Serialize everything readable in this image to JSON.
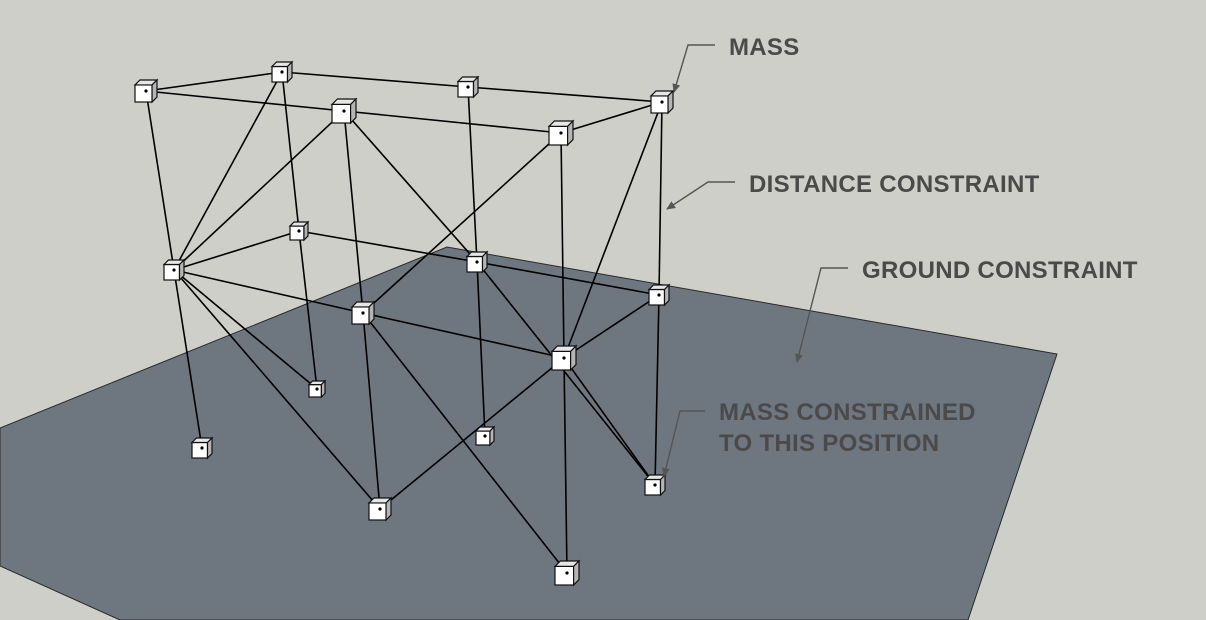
{
  "labels": {
    "mass": "MASS",
    "distance_constraint": "DISTANCE CONSTRAINT",
    "ground_constraint": "GROUND CONSTRAINT",
    "constrained_line1": "MASS CONSTRAINED",
    "constrained_line2": "TO THIS POSITION"
  },
  "colors": {
    "background": "#cfcfca",
    "ground": "#6e7680",
    "rod": "#000000",
    "label_text": "#4a4a4a",
    "leader": "#555555",
    "cube_light": "#ffffff",
    "cube_mid": "#e6e6e6",
    "cube_dark": "#b5b5b5"
  }
}
